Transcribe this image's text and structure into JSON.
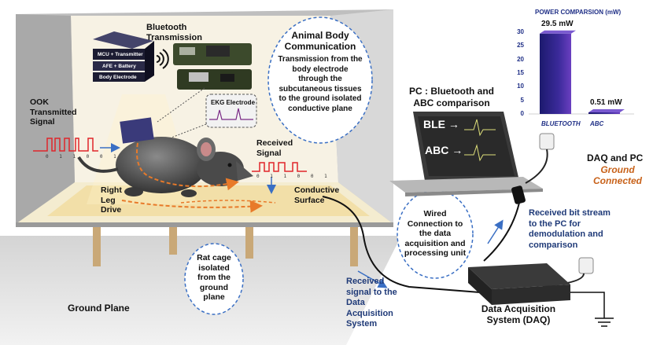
{
  "labels": {
    "bluetooth_transmission": "Bluetooth\nTransmission",
    "chip_mcu": "MCU + Transmitter",
    "chip_afe": "AFE + Battery",
    "chip_electrode": "Body Electrode",
    "animal_body_title": "Animal Body\nCommunication",
    "animal_body_desc": "Transmission from the\nbody electrode\nthrough the\nsubcutaneous tissues\nto the ground isolated\nconductive plane",
    "ook_signal": "OOK\nTransmitted\nSignal",
    "ook_bits": "0 1 1 0 0 1",
    "ekg_electrode": "EKG Electrode",
    "received_signal": "Received\nSignal",
    "received_bits": "0 1 1 0 0 1",
    "right_leg_drive": "Right\nLeg\nDrive",
    "conductive_surface": "Conductive\nSurface",
    "rat_cage": "Rat cage\nisolated\nfrom the\nground\nplane",
    "ground_plane": "Ground Plane",
    "pc_comparison": "PC : Bluetooth and\nABC comparison",
    "screen_ble": "BLE →",
    "screen_abc": "ABC →",
    "wired_connection": "Wired\nConnection to\nthe data\nacquisition and\nprocessing unit",
    "daq_pc": "DAQ and PC",
    "ground_connected": "Ground\nConnected",
    "received_bitstream": "Received bit stream\nto the PC for\ndemodulation and\ncomparison",
    "received_to_daq": "Received\nsignal to the\nData\nAcquisition\nSystem",
    "daq_system": "Data Acquisition\nSystem (DAQ)"
  },
  "chart_data": {
    "type": "bar",
    "title": "POWER  COMPARSION (mW)",
    "categories": [
      "BLUETOOTH",
      "ABC"
    ],
    "values": [
      29.5,
      0.51
    ],
    "data_labels": [
      "29.5 mW",
      "0.51 mW"
    ],
    "yticks": [
      0,
      5,
      10,
      15,
      20,
      25,
      30
    ],
    "ylim": [
      0,
      30
    ],
    "colors": [
      "#2a2480",
      "#2a2480"
    ]
  }
}
